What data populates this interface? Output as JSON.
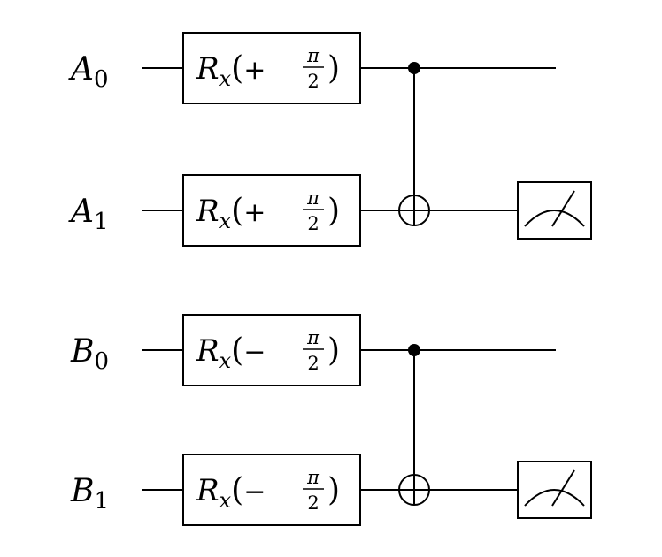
{
  "qubits": [
    {
      "letter": "A",
      "index": "0"
    },
    {
      "letter": "A",
      "index": "1"
    },
    {
      "letter": "B",
      "index": "0"
    },
    {
      "letter": "B",
      "index": "1"
    }
  ],
  "gates": [
    {
      "symbol": "R",
      "subscript": "x",
      "open_paren": "(",
      "sign": "+",
      "numerator": "π",
      "denominator": "2",
      "close_paren": ")"
    },
    {
      "symbol": "R",
      "subscript": "x",
      "open_paren": "(",
      "sign": "+",
      "numerator": "π",
      "denominator": "2",
      "close_paren": ")"
    },
    {
      "symbol": "R",
      "subscript": "x",
      "open_paren": "(",
      "sign": "−",
      "numerator": "π",
      "denominator": "2",
      "close_paren": ")"
    },
    {
      "symbol": "R",
      "subscript": "x",
      "open_paren": "(",
      "sign": "−",
      "numerator": "π",
      "denominator": "2",
      "close_paren": ")"
    }
  ],
  "cnots": [
    {
      "control_qubit": "A0",
      "target_qubit": "A1"
    },
    {
      "control_qubit": "B0",
      "target_qubit": "B1"
    }
  ],
  "measurements": [
    {
      "qubit": "A1"
    },
    {
      "qubit": "B1"
    }
  ]
}
